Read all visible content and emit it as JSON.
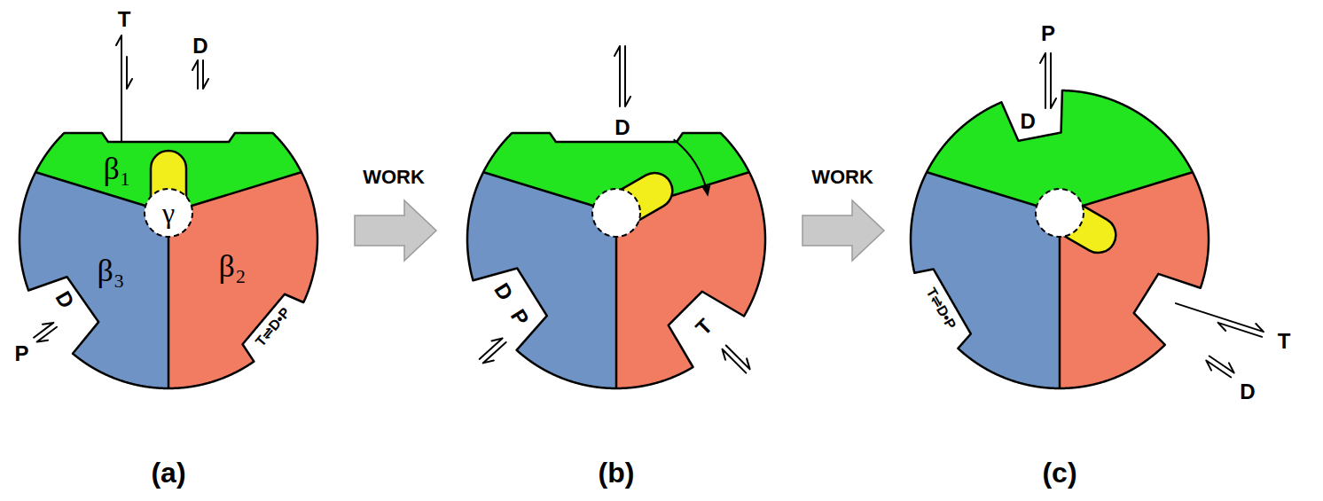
{
  "diagram": {
    "nodes": [
      {
        "text": [
          "β₁"
        ]
      },
      {
        "text": [
          "γ"
        ]
      },
      {
        "text": [
          "β₃"
        ]
      },
      {
        "text": [
          "β₂"
        ]
      }
    ],
    "labels": [
      "T",
      "D",
      "D",
      "P",
      "T⇌D•P",
      "WORK",
      "D",
      "D",
      "P",
      "T",
      "WORK",
      "P",
      "D",
      "T⇌D•P",
      "T",
      "D",
      "(a)",
      "(b)",
      "(c)"
    ]
  }
}
